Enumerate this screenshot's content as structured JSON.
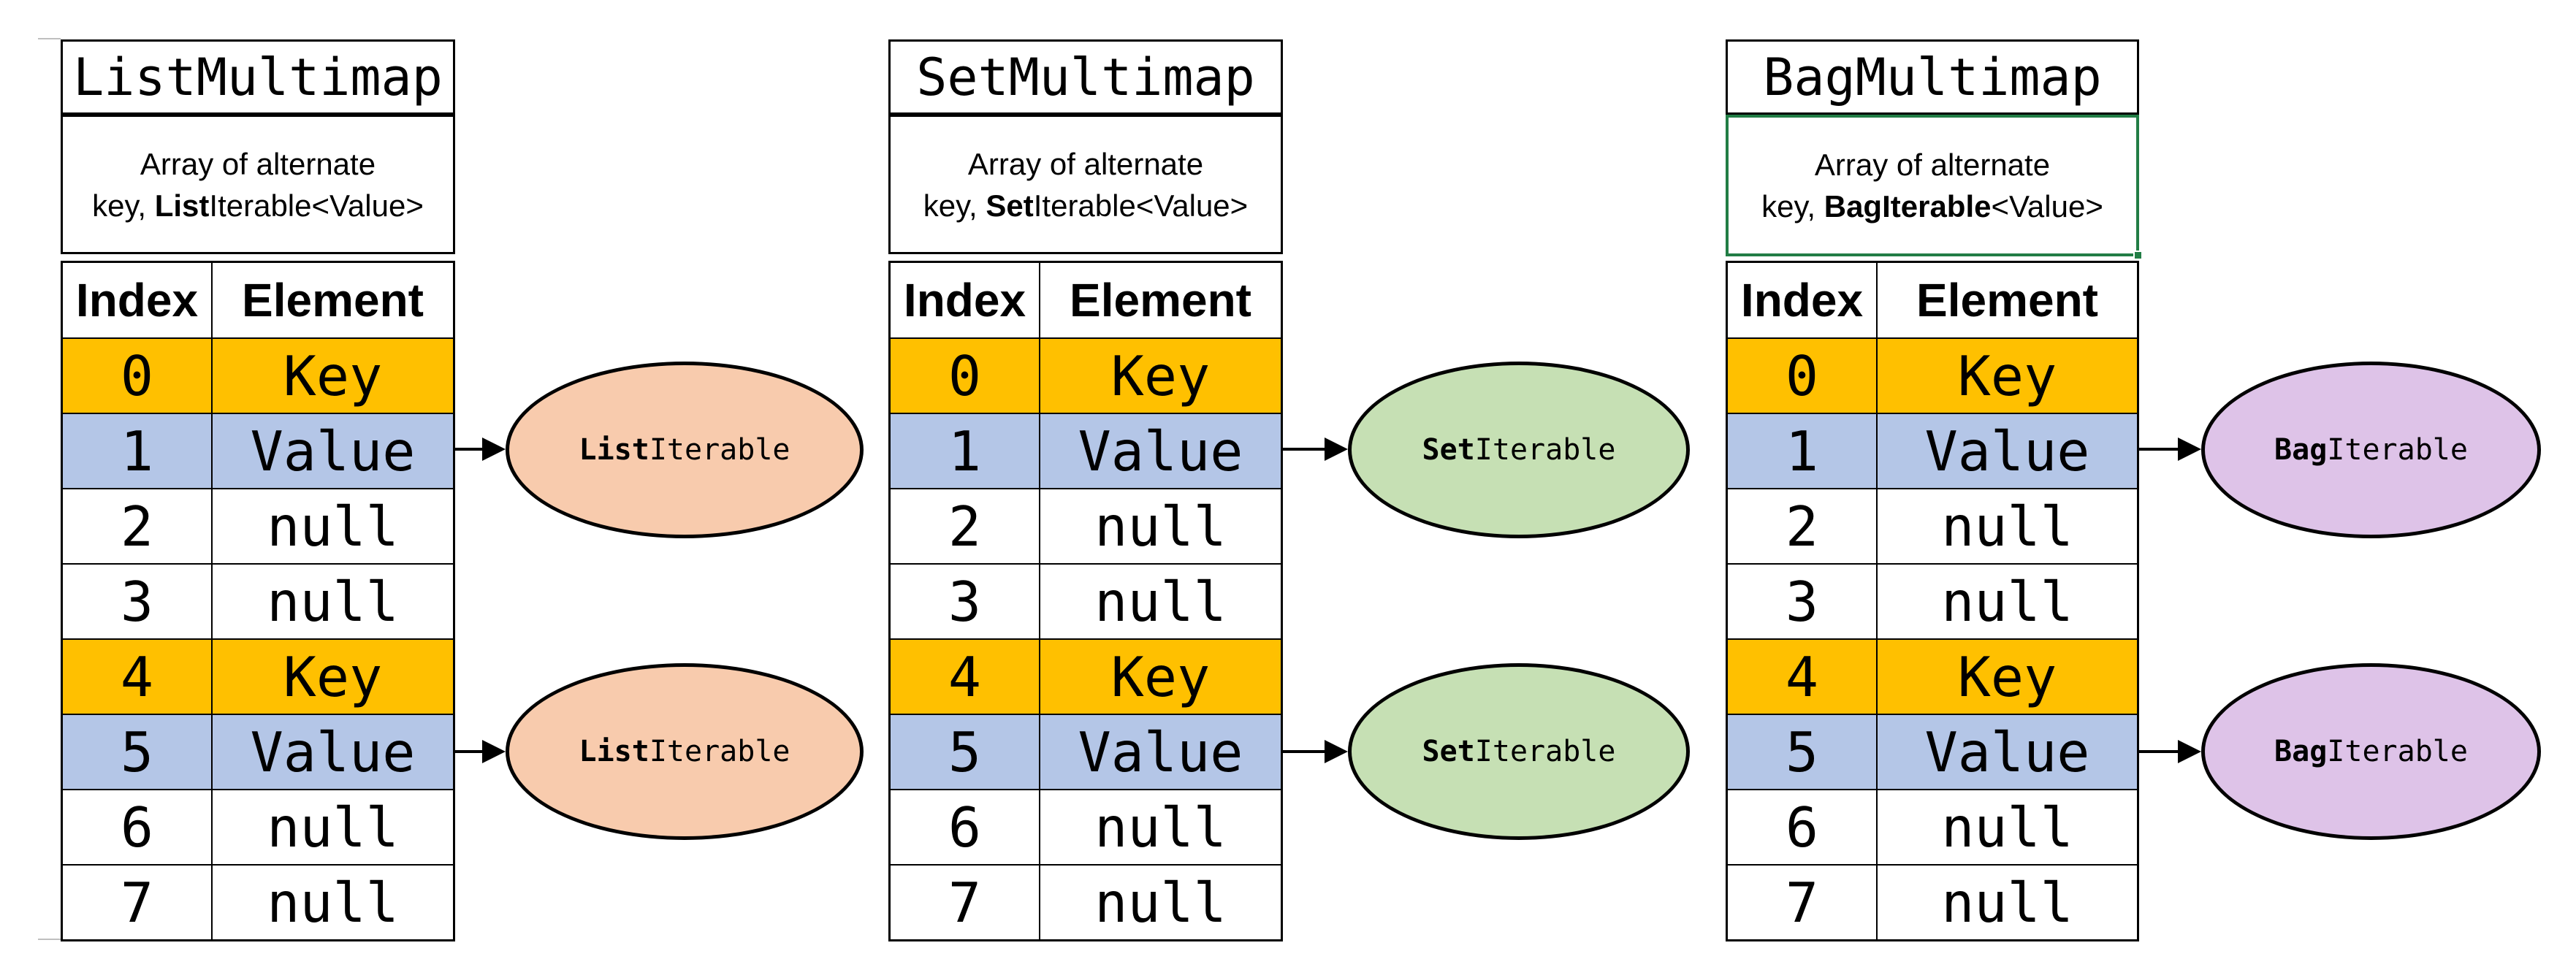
{
  "colors": {
    "key_row": "#FFC000",
    "value_row": "#B4C6E7",
    "null_row": "#FFFFFF",
    "list_ellipse": "#F8CBAD",
    "set_ellipse": "#C6E0B4",
    "bag_ellipse": "#DEC3E8",
    "selection": "#217D45",
    "border": "#000000"
  },
  "columns": [
    {
      "title": "ListMultimap",
      "description_line1": "Array of alternate",
      "description_prefix": "key, ",
      "description_bold": "List",
      "description_suffix": "Iterable<Value>",
      "ellipse_bold": "List",
      "ellipse_suffix": "Iterable",
      "ellipse_color": "#F8CBAD",
      "selected": false,
      "table": {
        "headers": [
          "Index",
          "Element"
        ],
        "rows": [
          {
            "index": "0",
            "element": "Key",
            "kind": "key"
          },
          {
            "index": "1",
            "element": "Value",
            "kind": "value"
          },
          {
            "index": "2",
            "element": "null",
            "kind": "null"
          },
          {
            "index": "3",
            "element": "null",
            "kind": "null"
          },
          {
            "index": "4",
            "element": "Key",
            "kind": "key"
          },
          {
            "index": "5",
            "element": "Value",
            "kind": "value"
          },
          {
            "index": "6",
            "element": "null",
            "kind": "null"
          },
          {
            "index": "7",
            "element": "null",
            "kind": "null"
          }
        ]
      }
    },
    {
      "title": "SetMultimap",
      "description_line1": "Array of alternate",
      "description_prefix": "key, ",
      "description_bold": "Set",
      "description_suffix": "Iterable<Value>",
      "ellipse_bold": "Set",
      "ellipse_suffix": "Iterable",
      "ellipse_color": "#C6E0B4",
      "selected": false,
      "table": {
        "headers": [
          "Index",
          "Element"
        ],
        "rows": [
          {
            "index": "0",
            "element": "Key",
            "kind": "key"
          },
          {
            "index": "1",
            "element": "Value",
            "kind": "value"
          },
          {
            "index": "2",
            "element": "null",
            "kind": "null"
          },
          {
            "index": "3",
            "element": "null",
            "kind": "null"
          },
          {
            "index": "4",
            "element": "Key",
            "kind": "key"
          },
          {
            "index": "5",
            "element": "Value",
            "kind": "value"
          },
          {
            "index": "6",
            "element": "null",
            "kind": "null"
          },
          {
            "index": "7",
            "element": "null",
            "kind": "null"
          }
        ]
      }
    },
    {
      "title": "BagMultimap",
      "description_line1": "Array of alternate",
      "description_prefix": "key, ",
      "description_bold": "BagIterable",
      "description_suffix": "<Value>",
      "ellipse_bold": "Bag",
      "ellipse_suffix": "Iterable",
      "ellipse_color": "#DEC3E8",
      "selected": true,
      "table": {
        "headers": [
          "Index",
          "Element"
        ],
        "rows": [
          {
            "index": "0",
            "element": "Key",
            "kind": "key"
          },
          {
            "index": "1",
            "element": "Value",
            "kind": "value"
          },
          {
            "index": "2",
            "element": "null",
            "kind": "null"
          },
          {
            "index": "3",
            "element": "null",
            "kind": "null"
          },
          {
            "index": "4",
            "element": "Key",
            "kind": "key"
          },
          {
            "index": "5",
            "element": "Value",
            "kind": "value"
          },
          {
            "index": "6",
            "element": "null",
            "kind": "null"
          },
          {
            "index": "7",
            "element": "null",
            "kind": "null"
          }
        ]
      }
    }
  ]
}
